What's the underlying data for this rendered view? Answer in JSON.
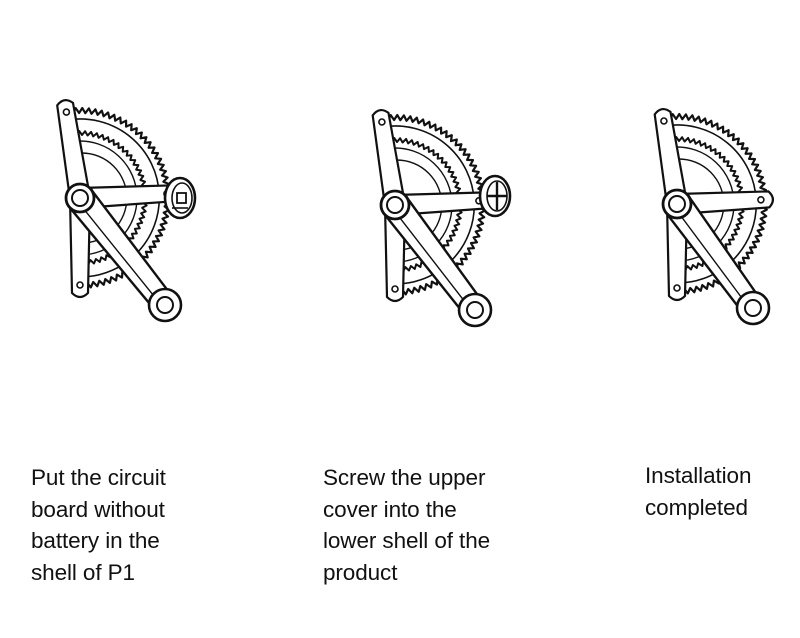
{
  "steps": [
    {
      "caption": "Put the circuit\nboard without\nbattery in the\nshell of P1",
      "icon": "crankset-with-board-icon"
    },
    {
      "caption": "Screw the upper\ncover into the\nlower shell of the\nproduct",
      "icon": "crankset-with-cover-icon"
    },
    {
      "caption": "Installation\ncompleted",
      "icon": "crankset-installed-icon"
    }
  ],
  "colors": {
    "ink": "#111111",
    "background": "#ffffff"
  }
}
